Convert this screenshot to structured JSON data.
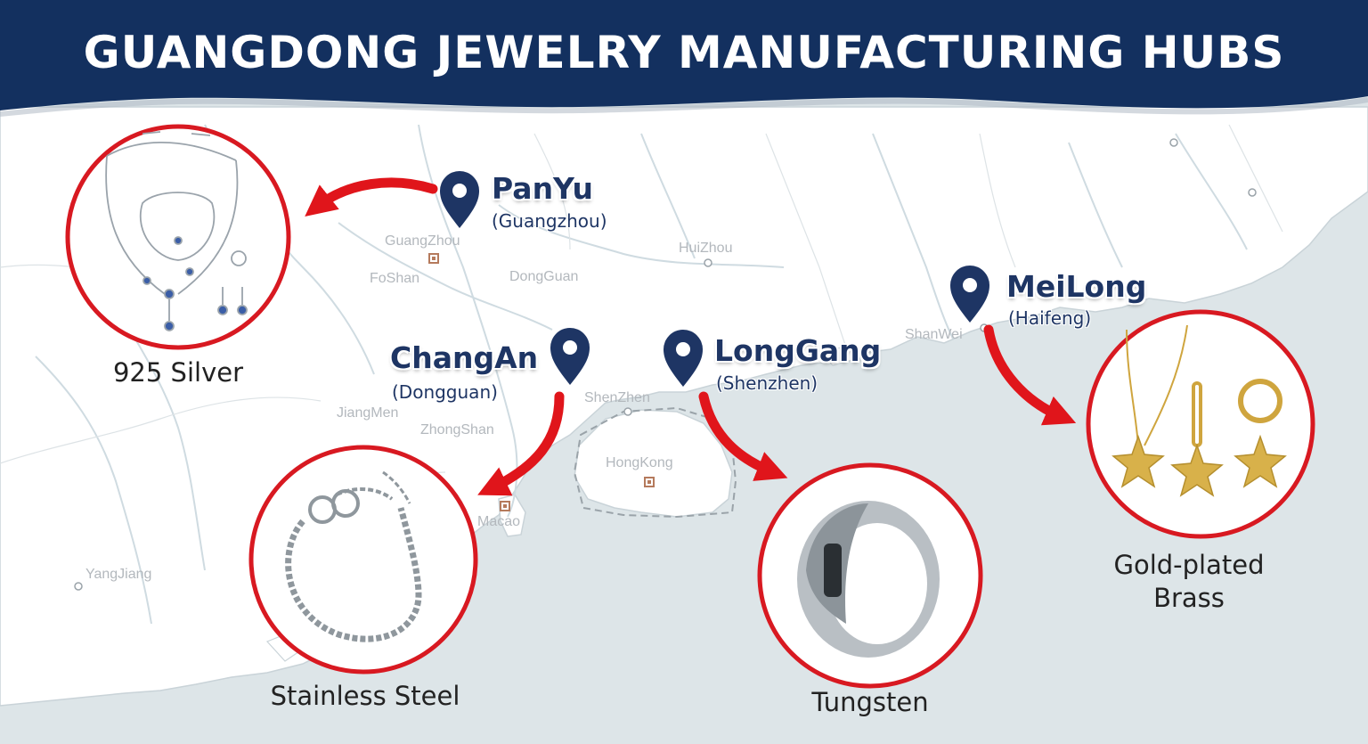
{
  "title": "GUANGDONG JEWELRY MANUFACTURING HUBS",
  "colors": {
    "banner": "#13305f",
    "hub_text": "#1e3564",
    "arrow": "#e0151b",
    "circle_ring": "#d81921",
    "land": "#ffffff",
    "sea": "#dde5e8",
    "city_label": "#b3b8bd"
  },
  "cities": {
    "guangzhou": "GuangZhou",
    "foshan": "FoShan",
    "dongguan": "DongGuan",
    "huizhou": "HuiZhou",
    "shanwei": "ShanWei",
    "shenzhen": "ShenZhen",
    "jiangmen": "JiangMen",
    "zhongshan": "ZhongShan",
    "hongkong": "HongKong",
    "macao": "Macao",
    "yangjiang": "YangJiang"
  },
  "hubs": {
    "panyu": {
      "name": "PanYu",
      "sub": "(Guangzhou)",
      "icon": "map-pin-icon"
    },
    "changan": {
      "name": "ChangAn",
      "sub": "(Dongguan)",
      "icon": "map-pin-icon"
    },
    "longgang": {
      "name": "LongGang",
      "sub": "(Shenzhen)",
      "icon": "map-pin-icon"
    },
    "meilong": {
      "name": "MeiLong",
      "sub": "(Haifeng)",
      "icon": "map-pin-icon"
    }
  },
  "materials": {
    "silver": {
      "label": "925 Silver",
      "icon": "necklace-set-icon"
    },
    "steel": {
      "label": "Stainless Steel",
      "icon": "chain-bracelet-icon"
    },
    "tungsten": {
      "label": "Tungsten",
      "icon": "ring-icon"
    },
    "brass": {
      "label_line1": "Gold-plated",
      "label_line2": "Brass",
      "icon": "starfish-earrings-icon"
    }
  }
}
